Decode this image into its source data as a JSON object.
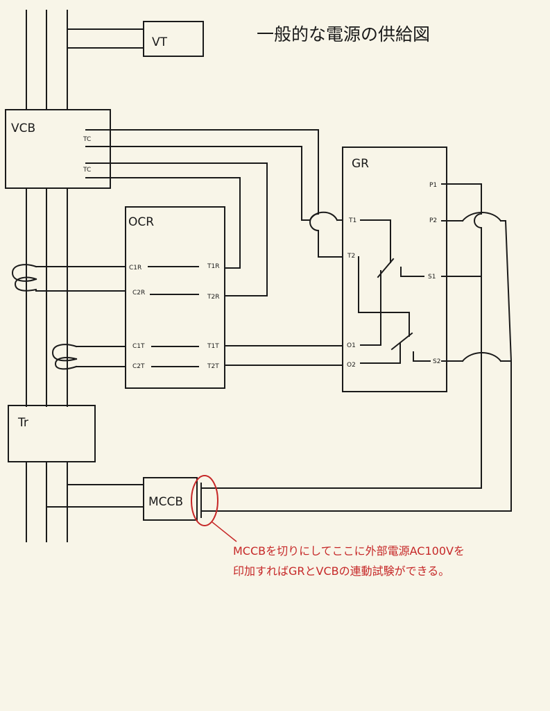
{
  "title": "一般的な電源の供給図",
  "colors": {
    "background": "#f8f5e8",
    "line": "#1a1a1a",
    "annotation": "#c62828"
  },
  "components": {
    "vt": "VT",
    "vcb": {
      "label": "VCB",
      "tc1": "TC",
      "tc2": "TC"
    },
    "gr": {
      "label": "GR",
      "t1": "T1",
      "t2": "T2",
      "o1": "O1",
      "o2": "O2",
      "p1": "P1",
      "p2": "P2",
      "s1": "S1",
      "s2": "S2"
    },
    "ocr": {
      "label": "OCR",
      "c1r": "C1R",
      "c2r": "C2R",
      "c1t": "C1T",
      "c2t": "C2T",
      "t1r": "T1R",
      "t2r": "T2R",
      "t1t": "T1T",
      "t2t": "T2T"
    },
    "tr": "Tr",
    "mccb": "MCCB"
  },
  "annotation": {
    "line1": "MCCBを切りにしてここに外部電源AC100Vを",
    "line2": "印加すればGRとVCBの連動試験ができる。"
  }
}
